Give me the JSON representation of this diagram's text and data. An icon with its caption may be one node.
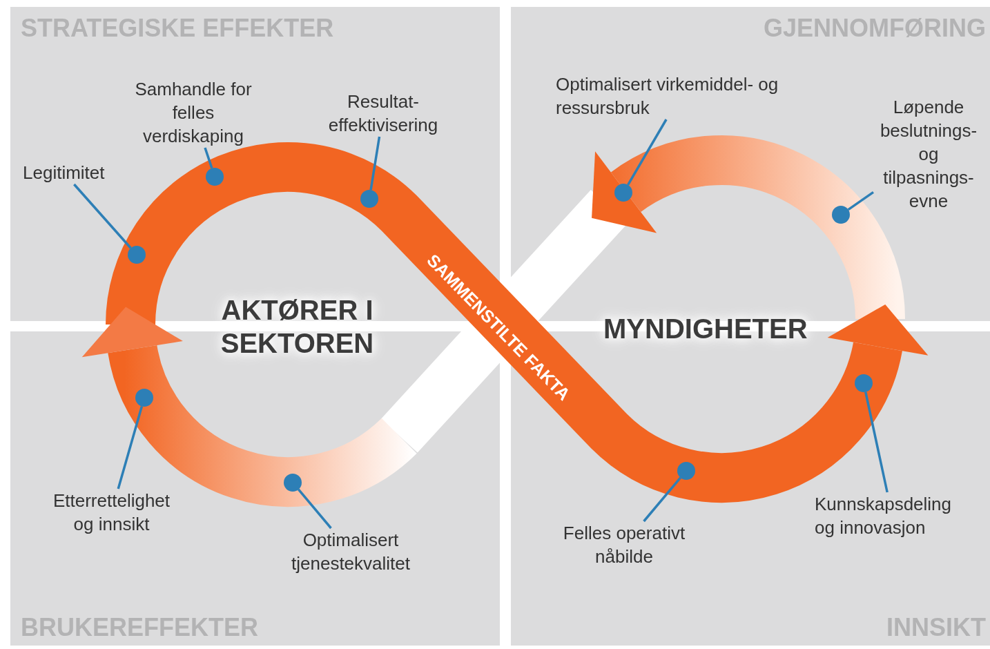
{
  "diagram": {
    "nodes": [
      {
        "text": [
          "Samhandle for felles verdiskaping"
        ]
      },
      {
        "text": [],
        "shape": "circle"
      },
      {
        "text": [
          "Resultat- effektivisering"
        ]
      },
      {
        "text": [],
        "shape": "circle"
      },
      {
        "text": [
          "Legitimitet"
        ]
      },
      {
        "text": [],
        "shape": "circle"
      },
      {
        "text": [
          "Optimalisert virkemiddel- og ressursbruk"
        ]
      },
      {
        "text": [],
        "shape": "circle"
      },
      {
        "text": [
          "Løpende beslutnings- og tilpasnings- evne"
        ]
      },
      {
        "text": [],
        "shape": "circle"
      },
      {
        "text": [
          "Kunnskapsdeling og innovasjon"
        ]
      },
      {
        "text": [],
        "shape": "circle"
      },
      {
        "text": [
          "Felles operativt nåbilde"
        ]
      },
      {
        "text": [],
        "shape": "circle"
      },
      {
        "text": [
          "Optimalisert tjenestekvalitet"
        ]
      },
      {
        "text": [],
        "shape": "circle"
      },
      {
        "text": [
          "Etterrettelighet og innsikt"
        ]
      },
      {
        "text": [],
        "shape": "circle"
      }
    ],
    "edges": [
      {
        "from": 0,
        "to": 1,
        "arrow": "none"
      },
      {
        "from": 2,
        "to": 3,
        "arrow": "none"
      },
      {
        "from": 4,
        "to": 5,
        "arrow": "none"
      },
      {
        "from": 6,
        "to": 7,
        "arrow": "none"
      },
      {
        "from": 8,
        "to": 9,
        "arrow": "none"
      },
      {
        "from": 10,
        "to": 11,
        "arrow": "none"
      },
      {
        "from": 12,
        "to": 13,
        "arrow": "none"
      },
      {
        "from": 14,
        "to": 15,
        "arrow": "none"
      },
      {
        "from": 16,
        "to": 17,
        "arrow": "none"
      }
    ],
    "labels": [
      "STRATEGISKE EFFEKTER",
      "GJENNOMFØRING",
      "AKTØRER I SEKTOREN",
      "SAMMENSTILTE FAKTA",
      "MYNDIGHETER",
      "BRUKEREFFEKTER",
      "INNSIKT"
    ]
  }
}
